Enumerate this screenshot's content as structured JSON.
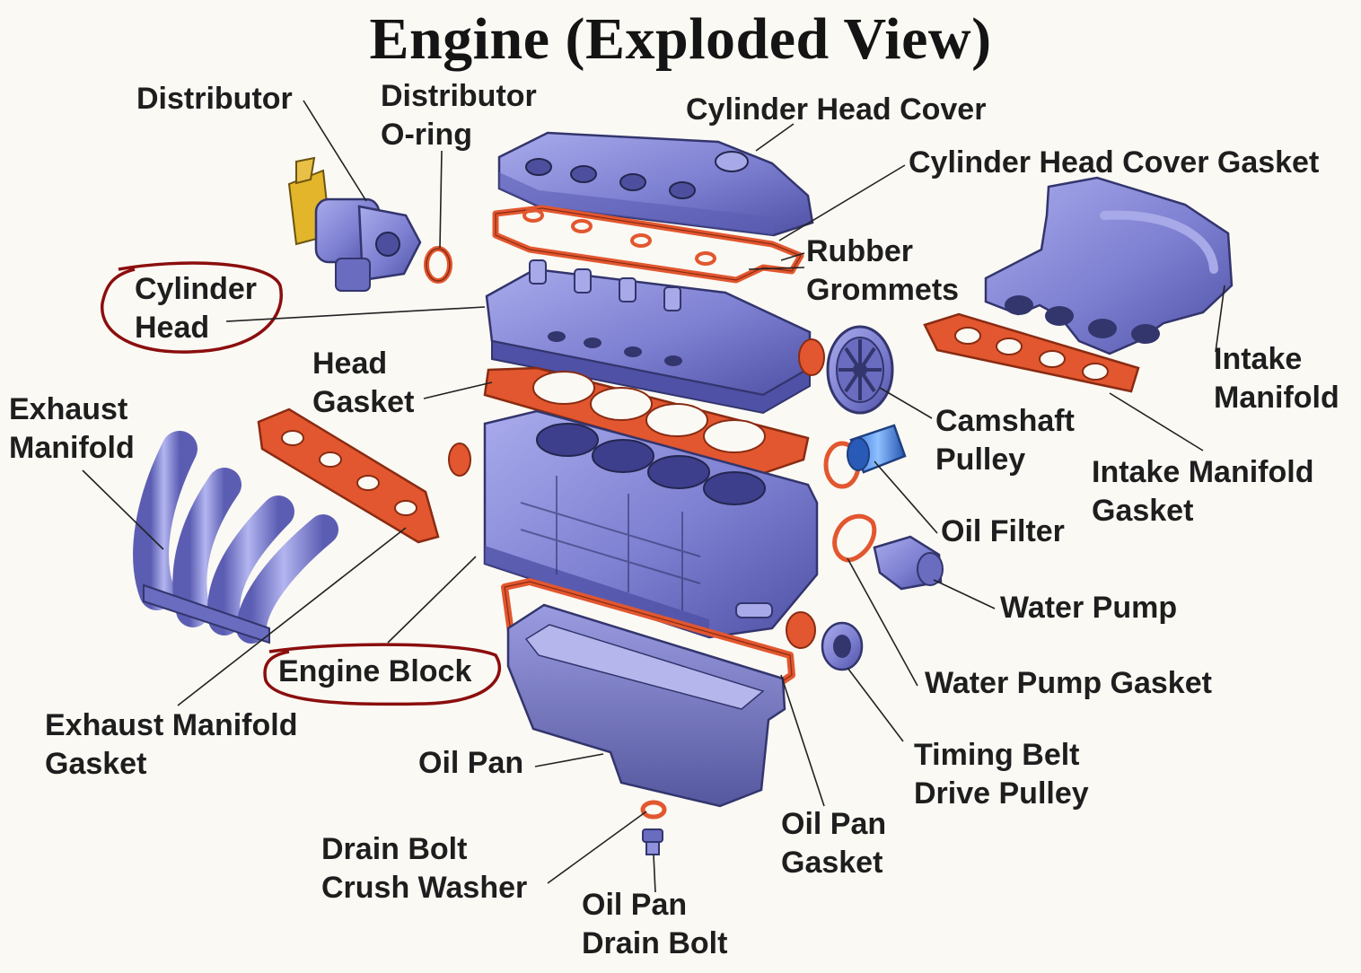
{
  "title": "Engine (Exploded View)",
  "colors": {
    "part_fill": "#7d7fd1",
    "part_shade": "#5c5eb4",
    "part_light": "#a7a9e8",
    "gasket": "#e2572f",
    "gasket_edge": "#8a2b12",
    "distributor_wire": "#e0b020",
    "highlight_circle": "#8b0e0e",
    "leader_line": "#222222"
  },
  "highlighted_labels": [
    "Cylinder Head",
    "Engine Block"
  ],
  "labels": {
    "distributor": [
      "Distributor"
    ],
    "distributor_oring": [
      "Distributor",
      "O-ring"
    ],
    "cylinder_head_cover": [
      "Cylinder Head Cover"
    ],
    "cylinder_head_cover_gasket": [
      "Cylinder Head Cover Gasket"
    ],
    "rubber_grommets": [
      "Rubber",
      "Grommets"
    ],
    "cylinder_head": [
      "Cylinder",
      "Head"
    ],
    "head_gasket": [
      "Head",
      "Gasket"
    ],
    "exhaust_manifold": [
      "Exhaust",
      "Manifold"
    ],
    "intake_manifold": [
      "Intake",
      "Manifold"
    ],
    "camshaft_pulley": [
      "Camshaft",
      "Pulley"
    ],
    "intake_manifold_gasket": [
      "Intake Manifold",
      "Gasket"
    ],
    "oil_filter": [
      "Oil Filter"
    ],
    "water_pump": [
      "Water Pump"
    ],
    "water_pump_gasket": [
      "Water Pump Gasket"
    ],
    "engine_block": [
      "Engine Block"
    ],
    "exhaust_manifold_gasket": [
      "Exhaust Manifold",
      "Gasket"
    ],
    "oil_pan": [
      "Oil Pan"
    ],
    "timing_belt_drive_pulley": [
      "Timing Belt",
      "Drive Pulley"
    ],
    "oil_pan_gasket": [
      "Oil Pan",
      "Gasket"
    ],
    "drain_bolt_crush_washer": [
      "Drain Bolt",
      "Crush Washer"
    ],
    "oil_pan_drain_bolt": [
      "Oil Pan",
      "Drain Bolt"
    ]
  }
}
